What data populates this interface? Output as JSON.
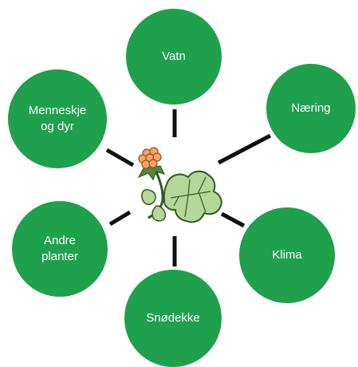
{
  "colors": {
    "node_fill": "#1fa04c",
    "node_text": "#ffffff",
    "connector": "#111111",
    "leaf_fill": "#b5d89a",
    "leaf_stroke": "#2f5a1f",
    "berry_fill": "#f2a766",
    "berry_stroke": "#a4501c"
  },
  "center": {
    "icon": "cloudberry-plant-icon"
  },
  "nodes": [
    {
      "id": "vatn",
      "label": "Vatn"
    },
    {
      "id": "naering",
      "label": "Næring"
    },
    {
      "id": "klima",
      "label": "Klima"
    },
    {
      "id": "snodekke",
      "label": "Snødekke"
    },
    {
      "id": "andre-planter",
      "label": "Andre\nplanter"
    },
    {
      "id": "menneskje-og-dyr",
      "label": "Menneskje\nog dyr"
    }
  ]
}
